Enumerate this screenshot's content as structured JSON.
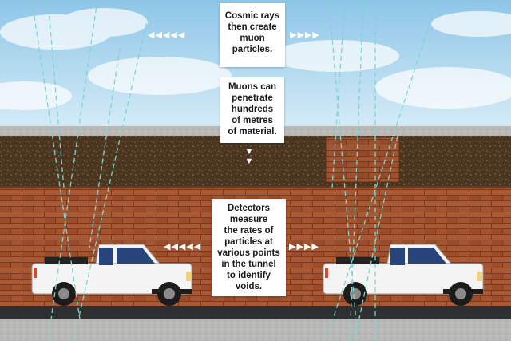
{
  "callouts": {
    "cosmic": [
      "Cosmic rays",
      "then create",
      "muon",
      "particles."
    ],
    "muons": [
      "Muons can",
      "penetrate",
      "hundreds",
      "of metres",
      "of material."
    ],
    "detectors": [
      "Detectors",
      "measure",
      "the rates of",
      "particles at",
      "various points",
      "in the tunnel",
      "to identify",
      "voids."
    ]
  },
  "colors": {
    "sky_top": "#8ec6e8",
    "sky_bottom": "#d6ecf7",
    "soil": "#4a3520",
    "brick": "#a0502e",
    "road": "#2e2f30",
    "ground": "#b7b7b5",
    "truck": "#f4f4f4",
    "muon_track": "#7fd3d0"
  },
  "icons": {
    "arrow_left": "◀◀◀◀◀",
    "arrow_right": "▶▶▶▶",
    "arrow_down": "▼"
  }
}
